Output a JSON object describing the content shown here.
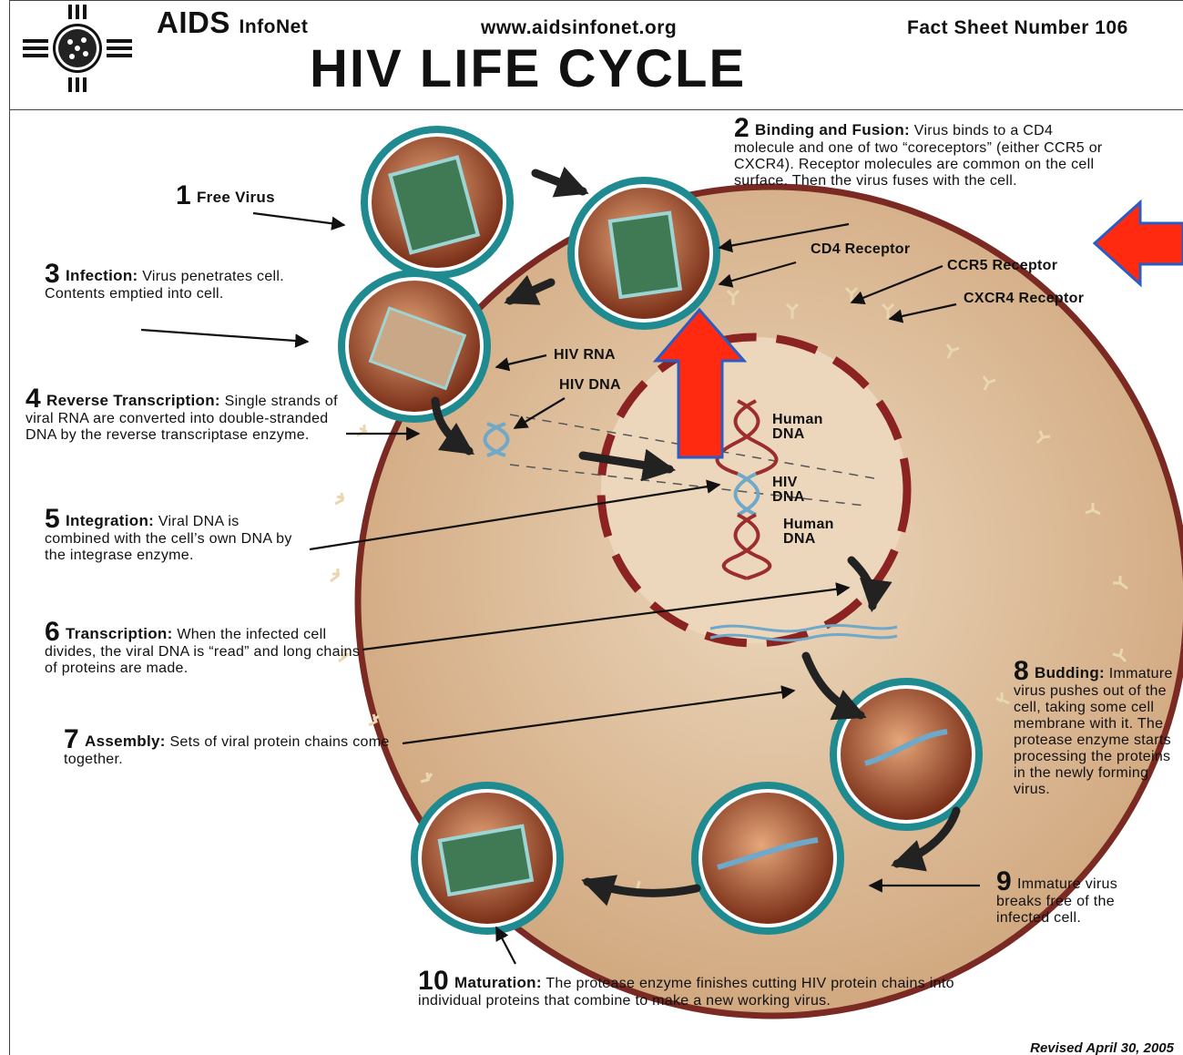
{
  "header": {
    "org_main": "AIDS",
    "org_sub": "InfoNet",
    "url": "www.aidsinfonet.org",
    "fact_sheet": "Fact Sheet Number 106",
    "title": "HIV LIFE CYCLE"
  },
  "steps": [
    {
      "num": "1",
      "head": "Free Virus",
      "text": ""
    },
    {
      "num": "2",
      "head": "Binding and Fusion:",
      "text": "Virus binds to a CD4 molecule and one of two “coreceptors” (either CCR5 or CXCR4). Receptor molecules are common on the cell surface.  Then the virus fuses with the cell."
    },
    {
      "num": "3",
      "head": "Infection:",
      "text": "Virus penetrates cell.  Contents emptied into cell."
    },
    {
      "num": "4",
      "head": "Reverse Transcription:",
      "text": "Single strands of viral RNA are converted into double-stranded DNA by the reverse transcriptase enzyme."
    },
    {
      "num": "5",
      "head": "Integration:",
      "text": "Viral DNA is combined with the cell’s own DNA by the integrase enzyme."
    },
    {
      "num": "6",
      "head": "Transcription:",
      "text": "When the infected cell divides, the viral DNA is “read” and long chains of proteins are made."
    },
    {
      "num": "7",
      "head": "Assembly:",
      "text": "Sets of viral protein chains come together."
    },
    {
      "num": "8",
      "head": "Budding:",
      "text": "Immature virus pushes out of the cell, taking some cell membrane with it. The protease enzyme starts processing the proteins in the newly forming virus."
    },
    {
      "num": "9",
      "head": "",
      "text": "Immature virus breaks free of the infected cell."
    },
    {
      "num": "10",
      "head": "Maturation:",
      "text": "The protease enzyme finishes  cutting HIV protein chains into individual proteins that combine to make a new working virus."
    }
  ],
  "labels": {
    "cd4": "CD4 Receptor",
    "ccr5": "CCR5 Receptor",
    "cxcr4": "CXCR4 Receptor",
    "hiv_rna": "HIV RNA",
    "hiv_dna": "HIV DNA",
    "human_dna_top": "Human DNA",
    "hiv_dna_inner": "HIV DNA",
    "human_dna_bottom": "Human DNA"
  },
  "footer": {
    "revised": "Revised April 30, 2005"
  },
  "colors": {
    "cell": "#d9b894",
    "nucleus": "#ecd7bd",
    "nucleus_border": "#8b2323",
    "virus_core": "#a0522d",
    "virus_envelope": "#1f8a8f",
    "highlight_arrow": "#ff2a10",
    "dna_red": "#9b2d2d",
    "dna_blue": "#6fa8c8"
  }
}
